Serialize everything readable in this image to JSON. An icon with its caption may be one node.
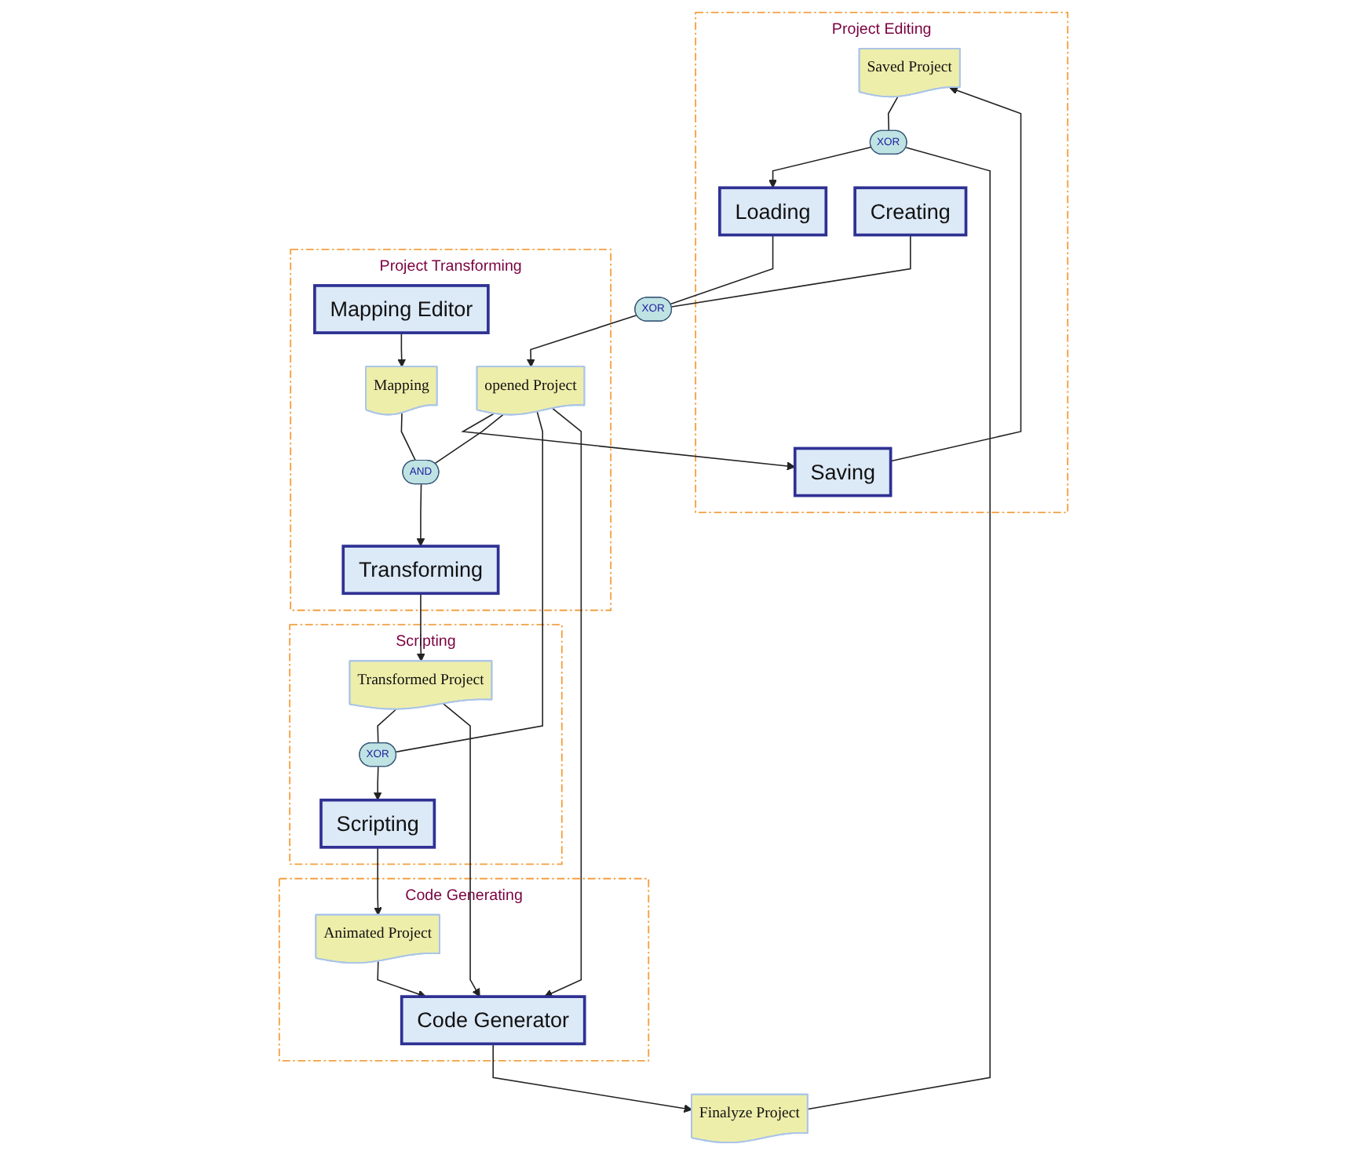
{
  "diagram": {
    "nodes": [
      {
        "text": [
          "Project Editing"
        ]
      },
      {
        "text": [
          "Saved Project"
        ],
        "in": 0
      },
      {
        "text": [
          "XOR"
        ],
        "in": 0
      },
      {
        "text": [
          "Loading"
        ],
        "in": 0
      },
      {
        "text": [
          "Creating"
        ],
        "in": 0
      },
      {
        "text": [
          "Saving"
        ],
        "in": 0
      },
      {
        "text": [
          "Project Transforming"
        ]
      },
      {
        "text": [
          "XOR"
        ]
      },
      {
        "text": [
          "opened Project"
        ],
        "in": 6
      },
      {
        "text": [
          "AND"
        ],
        "in": 6
      },
      {
        "text": [
          "Mapping"
        ],
        "in": 6
      },
      {
        "text": [
          "Transforming"
        ],
        "in": 6
      },
      {
        "text": [
          "Mapping Editor"
        ],
        "in": 6
      },
      {
        "text": [
          "Scripting"
        ]
      },
      {
        "text": [
          "Finalyze Project"
        ]
      },
      {
        "text": [
          "XOR"
        ],
        "in": 13
      },
      {
        "text": [
          "Transformed Project"
        ],
        "in": 13
      },
      {
        "text": [
          "Scripting"
        ],
        "in": 13
      },
      {
        "text": [
          "Code Generating"
        ]
      },
      {
        "text": [
          "Animated Project"
        ],
        "in": 18
      },
      {
        "text": [
          "Code Generator"
        ],
        "in": 18
      }
    ],
    "edges": [
      {
        "from": 1,
        "to": 2,
        "arrow": "none"
      },
      {
        "from": 2,
        "to": 3,
        "arrow": "to"
      },
      {
        "from": 14,
        "to": 2,
        "arrow": "none"
      },
      {
        "from": 5,
        "to": 1,
        "arrow": "to"
      },
      {
        "from": 3,
        "to": 7,
        "arrow": "none"
      },
      {
        "from": 4,
        "to": 7,
        "arrow": "none"
      },
      {
        "from": 7,
        "to": 8,
        "arrow": "to"
      },
      {
        "from": 8,
        "to": 5,
        "arrow": "to"
      },
      {
        "from": 8,
        "to": 9,
        "arrow": "none"
      },
      {
        "from": 10,
        "to": 9,
        "arrow": "none"
      },
      {
        "from": 9,
        "to": 11,
        "arrow": "to"
      },
      {
        "from": 12,
        "to": 10,
        "arrow": "to"
      },
      {
        "from": 11,
        "to": 16,
        "arrow": "to"
      },
      {
        "from": 8,
        "to": 15,
        "arrow": "none"
      },
      {
        "from": 16,
        "to": 15,
        "arrow": "none"
      },
      {
        "from": 15,
        "to": 17,
        "arrow": "to"
      },
      {
        "from": 17,
        "to": 19,
        "arrow": "to"
      },
      {
        "from": 8,
        "to": 20,
        "arrow": "to"
      },
      {
        "from": 19,
        "to": 20,
        "arrow": "to"
      },
      {
        "from": 16,
        "to": 20,
        "arrow": "to"
      },
      {
        "from": 20,
        "to": 14,
        "arrow": "to"
      }
    ]
  }
}
